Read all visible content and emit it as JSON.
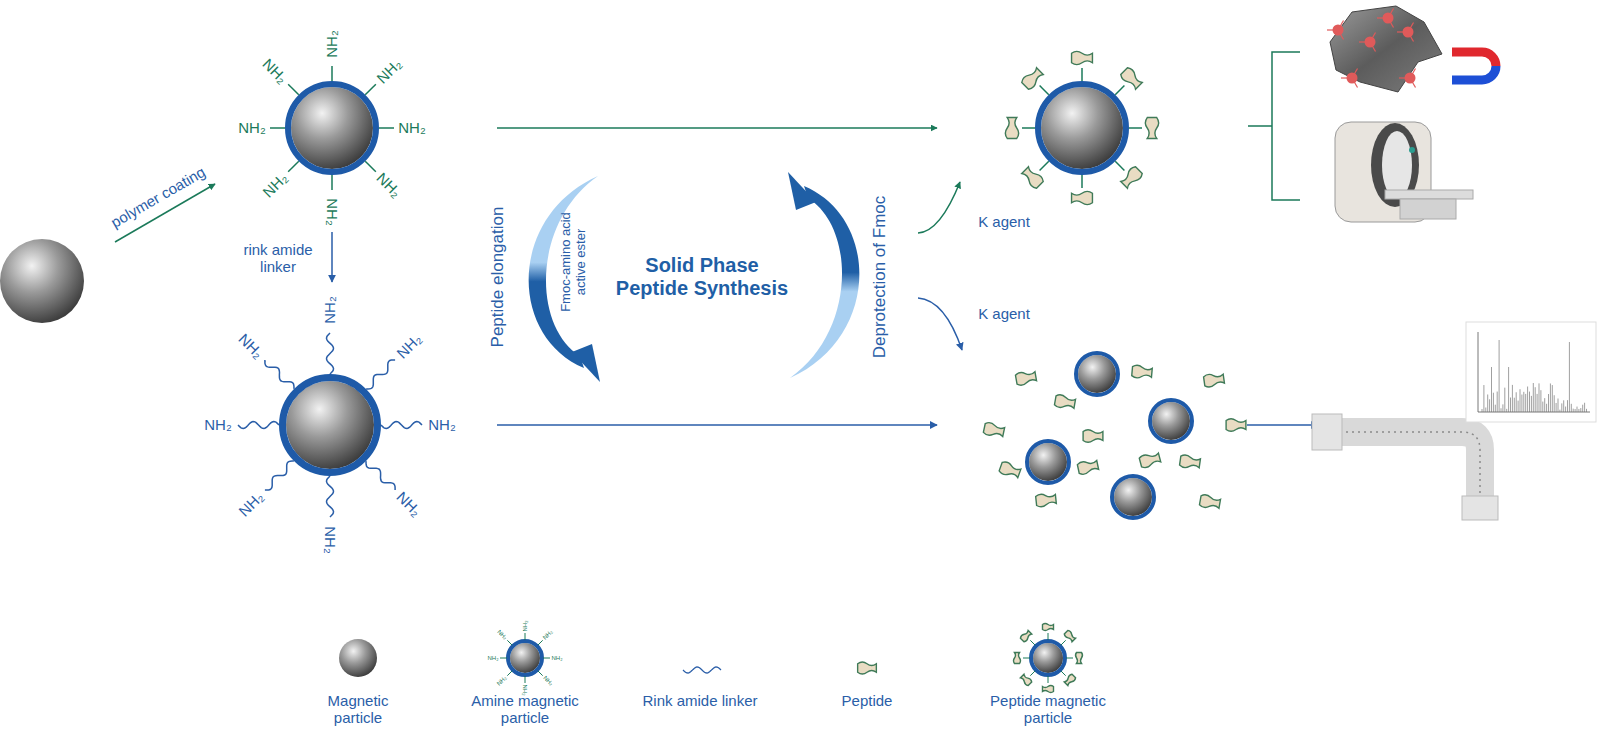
{
  "diagram": {
    "labels": [
      "polymer coating",
      "NH₂",
      "NH₂",
      "NH₂",
      "NH₂",
      "NH₂",
      "NH₂",
      "NH₂",
      "NH₂",
      "rink amide linker",
      "NH₂",
      "NH₂",
      "NH₂",
      "NH₂",
      "NH₂",
      "NH₂",
      "NH₂",
      "NH₂",
      "Peptide elongation",
      "Fmoc-amino acid active ester",
      "Solid Phase Peptide Synthesis",
      "Deprotection of Fmoc",
      "K agent",
      "K agent",
      "NH₂",
      "NH₂",
      "NH₂",
      "NH₂",
      "NH₂",
      "NH₂",
      "NH₂",
      "NH₂"
    ],
    "legend": [
      {
        "text": "Magnetic particle"
      },
      {
        "text": "Amine magnetic particle"
      },
      {
        "text": "Rink amide linker"
      },
      {
        "text": "Peptide"
      },
      {
        "text": "Peptide magnetic particle"
      }
    ]
  }
}
